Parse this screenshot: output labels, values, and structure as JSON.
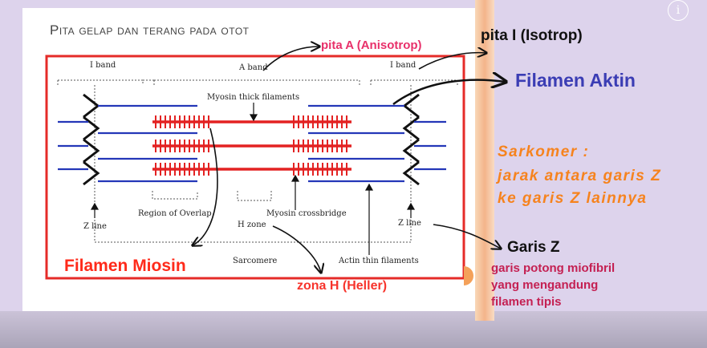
{
  "slide": {
    "title": "Pita gelap dan terang pada otot"
  },
  "diagram_labels": {
    "i_band_left": "I band",
    "a_band": "A band",
    "i_band_right": "I band",
    "myosin_thick": "Myosin thick filaments",
    "region_overlap": "Region of Overlap",
    "myosin_crossbridge": "Myosin crossbridge",
    "h_zone": "H zone",
    "z_line_left": "Z line",
    "z_line_right": "Z line",
    "sarcomere": "Sarcomere",
    "actin_thin": "Actin thin filaments"
  },
  "annotations": {
    "pita_a": "pita A (Anisotrop)",
    "pita_i": "pita I (Isotrop)",
    "filamen_aktin": "Filamen Aktin",
    "sarkomer": [
      "Sarkomer :",
      "jarak antara garis Z",
      "ke garis Z lainnya"
    ],
    "garis_z": "Garis Z",
    "garis_z_desc": [
      "garis potong miofibril",
      "yang mengandung",
      "filamen tipis"
    ],
    "filamen_miosin": "Filamen Miosin",
    "zona_h": "zona H (Heller)"
  },
  "info_icon": "i",
  "colors": {
    "background": "#ddd3ec",
    "slide": "#ffffff",
    "frame_red": "#e52b28",
    "actin_blue": "#2437b8",
    "myosin_red": "#e32222",
    "annotation_pink": "#e8306a",
    "annotation_blue": "#3b3db4",
    "annotation_orange": "#f6831e",
    "annotation_red": "#ff2a1a"
  }
}
